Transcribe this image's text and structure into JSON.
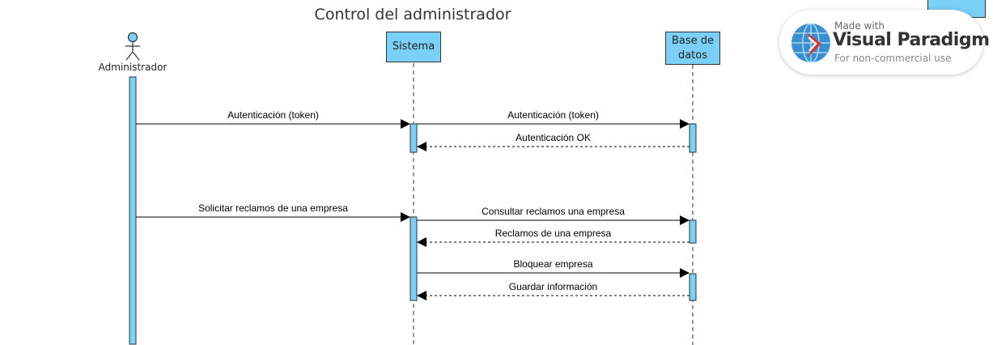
{
  "title": "Control del administrador",
  "actor": {
    "label": "Administrador"
  },
  "lifelines": [
    {
      "id": "sistema",
      "label": "Sistema"
    },
    {
      "id": "bd",
      "label": "Base de datos"
    }
  ],
  "messages": [
    {
      "from": "actor",
      "to": "sistema",
      "label": "Autenticación (token)",
      "kind": "sync"
    },
    {
      "from": "sistema",
      "to": "bd",
      "label": "Autenticación (token)",
      "kind": "sync"
    },
    {
      "from": "bd",
      "to": "sistema",
      "label": "Autenticación OK",
      "kind": "return"
    },
    {
      "from": "actor",
      "to": "sistema",
      "label": "Solicitar reclamos de una empresa",
      "kind": "sync"
    },
    {
      "from": "sistema",
      "to": "bd",
      "label": "Consultar reclamos una empresa",
      "kind": "sync"
    },
    {
      "from": "bd",
      "to": "sistema",
      "label": "Reclamos de una empresa",
      "kind": "return"
    },
    {
      "from": "sistema",
      "to": "bd",
      "label": "Bloquear empresa",
      "kind": "sync"
    },
    {
      "from": "bd",
      "to": "sistema",
      "label": "Guardar información",
      "kind": "return"
    }
  ],
  "watermark": {
    "made_with": "Made with",
    "brand": "Visual Paradigm",
    "note": "For non-commercial use"
  },
  "colors": {
    "lifeline_fill": "#7ad0f7",
    "stroke": "#333333",
    "arrow": "#000000"
  }
}
